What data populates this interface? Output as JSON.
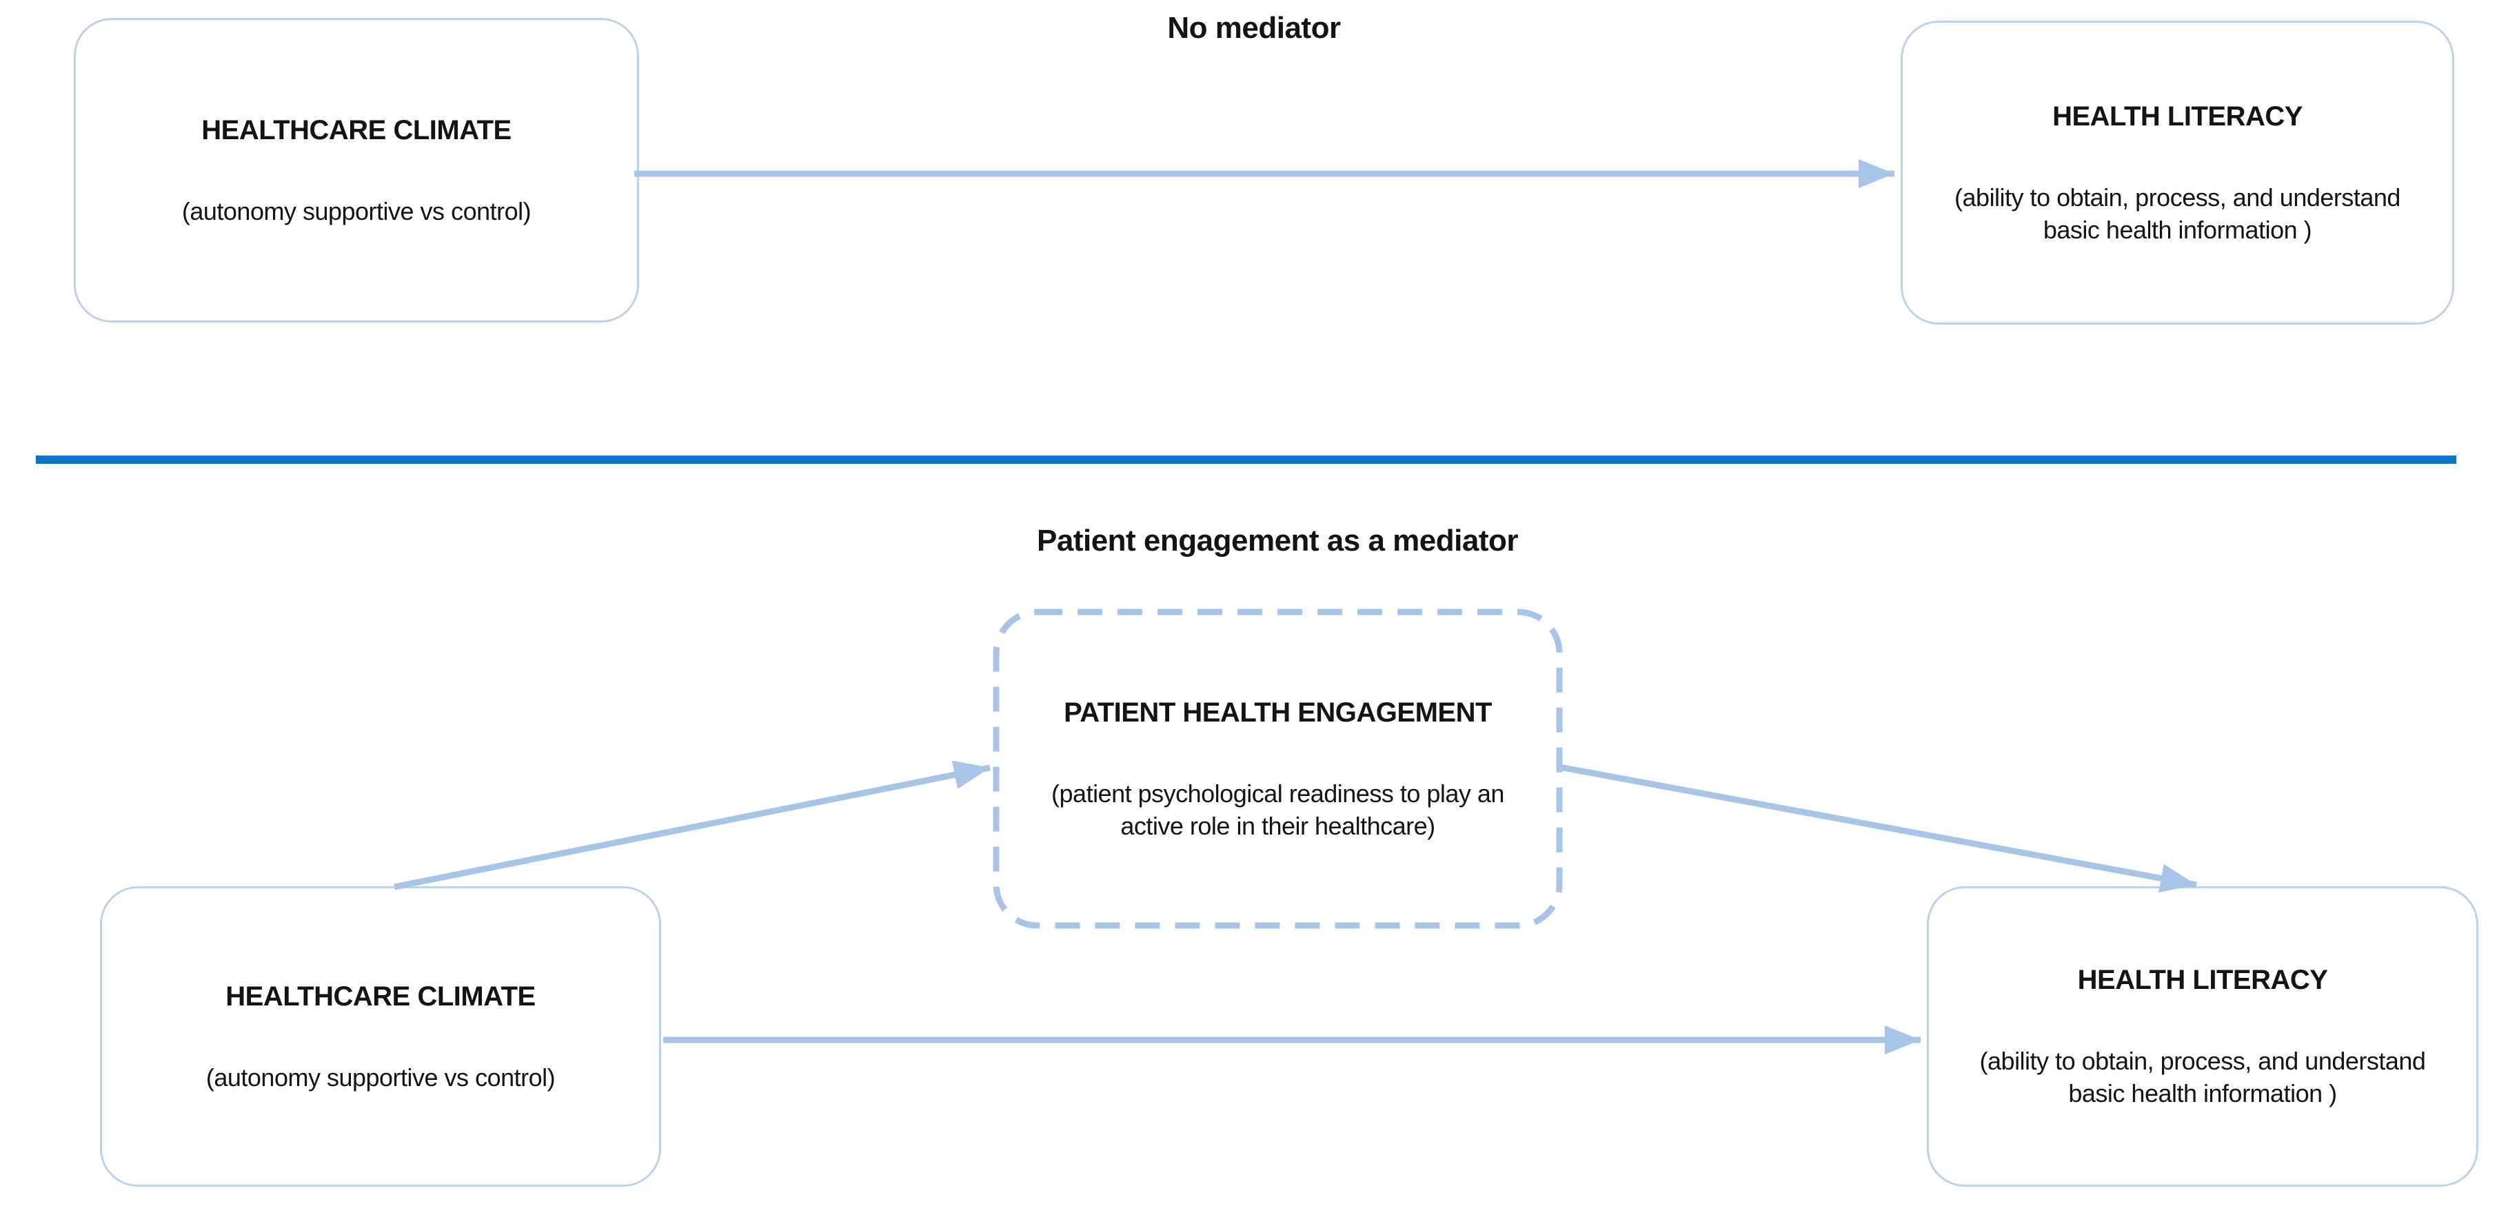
{
  "top_panel": {
    "title": "No mediator",
    "healthcare_climate": {
      "title": "HEALTHCARE CLIMATE",
      "subtitle": "(autonomy supportive vs control)"
    },
    "health_literacy": {
      "title": "HEALTH LITERACY",
      "subtitle": "(ability to obtain, process, and understand basic health information )"
    }
  },
  "bottom_panel": {
    "title": "Patient engagement as a mediator",
    "healthcare_climate": {
      "title": "HEALTHCARE CLIMATE",
      "subtitle": "(autonomy supportive vs control)"
    },
    "mediator": {
      "title": "PATIENT HEALTH ENGAGEMENT",
      "subtitle": "(patient psychological readiness to play an active role in their healthcare)"
    },
    "health_literacy": {
      "title": "HEALTH LITERACY",
      "subtitle": "(ability to obtain, process, and understand basic health information )"
    }
  },
  "colors": {
    "arrow": "#a8c5e7",
    "box_border": "#bed2ed",
    "divider": "#0877c9",
    "text": "#141414"
  }
}
